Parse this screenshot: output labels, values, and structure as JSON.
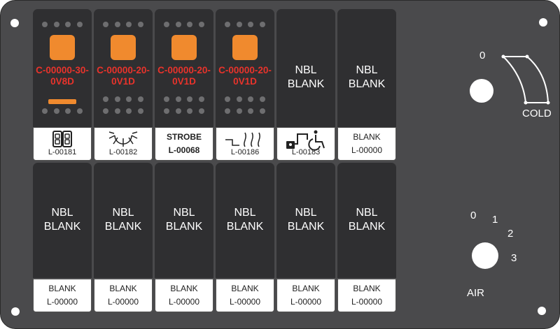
{
  "top_switches": [
    {
      "type": "lit",
      "code_line1": "C-00000-30-",
      "code_line2": "0V8D",
      "has_bar": true
    },
    {
      "type": "lit",
      "code_line1": "C-00000-20-",
      "code_line2": "0V1D",
      "has_bar": false
    },
    {
      "type": "lit",
      "code_line1": "C-00000-20-",
      "code_line2": "0V1D",
      "has_bar": false
    },
    {
      "type": "lit",
      "code_line1": "C-00000-20-",
      "code_line2": "0V1D",
      "has_bar": false
    },
    {
      "type": "blank",
      "line1": "NBL",
      "line2": "BLANK"
    },
    {
      "type": "blank",
      "line1": "NBL",
      "line2": "BLANK"
    }
  ],
  "top_labels": [
    {
      "icon": "door-lock-icon",
      "code": "L-00181"
    },
    {
      "icon": "light-rays-icon",
      "code": "L-00182"
    },
    {
      "text1": "STROBE",
      "text2": "L-00068"
    },
    {
      "icon": "step-heat-icon",
      "code": "L-00186"
    },
    {
      "icon": "lock-wheelchair-icon",
      "code": "L-00183"
    },
    {
      "text1": "BLANK",
      "text2": "L-00000"
    }
  ],
  "bottom_switches": [
    {
      "line1": "NBL",
      "line2": "BLANK"
    },
    {
      "line1": "NBL",
      "line2": "BLANK"
    },
    {
      "line1": "NBL",
      "line2": "BLANK"
    },
    {
      "line1": "NBL",
      "line2": "BLANK"
    },
    {
      "line1": "NBL",
      "line2": "BLANK"
    },
    {
      "line1": "NBL",
      "line2": "BLANK"
    }
  ],
  "bottom_labels": [
    {
      "text1": "BLANK",
      "text2": "L-00000"
    },
    {
      "text1": "BLANK",
      "text2": "L-00000"
    },
    {
      "text1": "BLANK",
      "text2": "L-00000"
    },
    {
      "text1": "BLANK",
      "text2": "L-00000"
    },
    {
      "text1": "BLANK",
      "text2": "L-00000"
    },
    {
      "text1": "BLANK",
      "text2": "L-00000"
    }
  ],
  "temp_dial": {
    "zero": "0",
    "label": "COLD"
  },
  "air_dial": {
    "pos0": "0",
    "pos1": "1",
    "pos2": "2",
    "pos3": "3",
    "label": "AIR"
  },
  "colors": {
    "panel": "#4a4a4c",
    "switch": "#2f2f31",
    "led": "#f08a2e",
    "code_text": "#e8332b"
  }
}
